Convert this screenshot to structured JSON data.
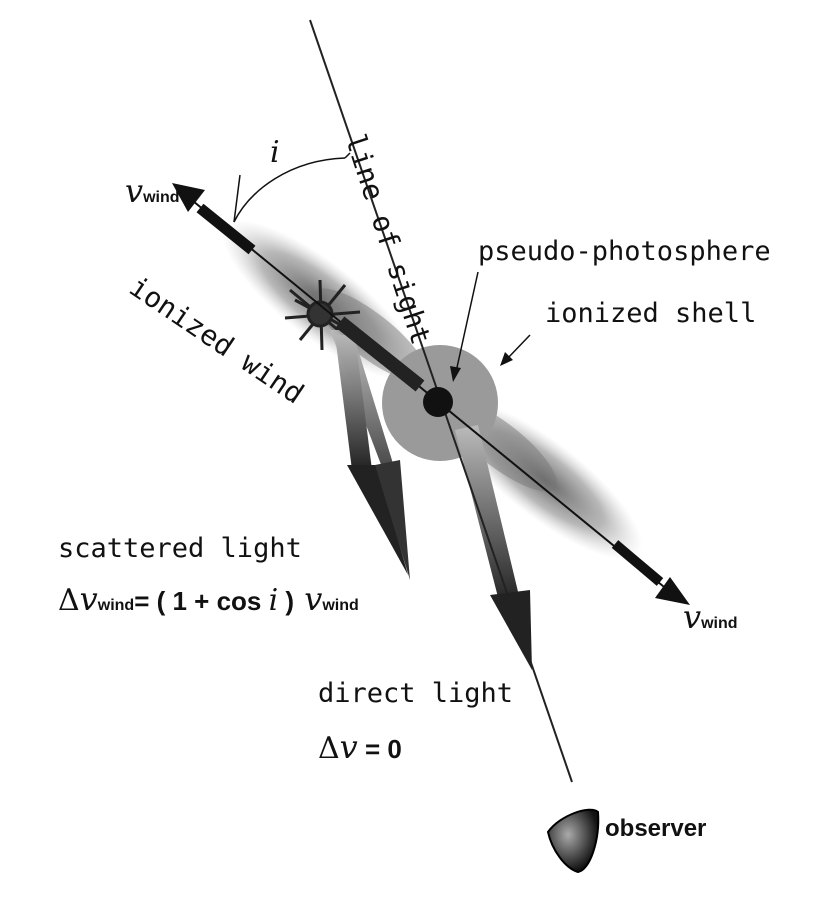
{
  "labels": {
    "line_of_sight": "line of sight",
    "inclination": "i",
    "v": "v",
    "wind_sub": "wind",
    "ionized_wind": "ionized wind",
    "pseudo_photosphere": "pseudo-photosphere",
    "ionized_shell": "ionized shell",
    "scattered_light": "scattered light",
    "delta": "Δ",
    "scatter_eq_mid": "= ( 1 + cos ",
    "scatter_eq_close": " )",
    "direct_light": "direct light",
    "direct_eq": "= 0",
    "observer": "observer"
  }
}
